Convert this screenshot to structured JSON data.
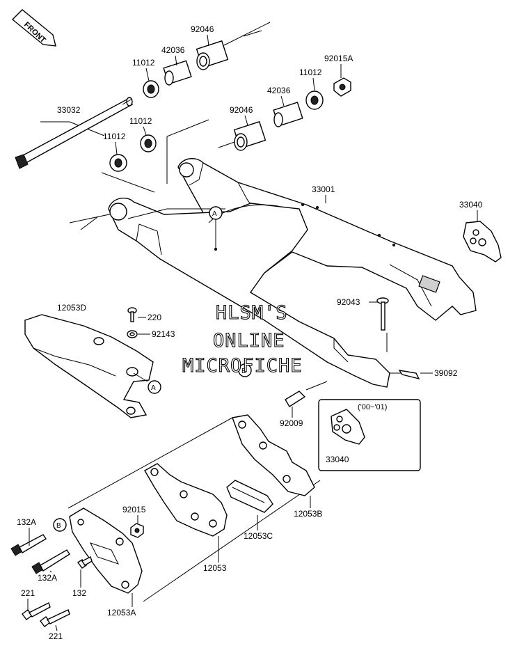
{
  "front_arrow": "FRONT",
  "watermark": [
    "HLSM'S",
    "ONLINE",
    "MICROFICHE"
  ],
  "callouts": {
    "A": "A",
    "B": "B"
  },
  "variant_note": "('00~'01)",
  "labels": {
    "p92046_top": "92046",
    "p42036_top": "42036",
    "p11012_a": "11012",
    "p92015A": "92015A",
    "p11012_b": "11012",
    "p42036_b": "42036",
    "p92046_b": "92046",
    "p33032": "33032",
    "p11012_c": "11012",
    "p11012_d": "11012",
    "p33001": "33001",
    "p33040_top": "33040",
    "p12053D": "12053D",
    "p220": "220",
    "p92143": "92143",
    "p92043": "92043",
    "p39092": "39092",
    "p92009": "92009",
    "p33040_b": "33040",
    "p12053B": "12053B",
    "p12053C": "12053C",
    "p92015": "92015",
    "p12053": "12053",
    "p132A_a": "132A",
    "p132A_b": "132A",
    "p132": "132",
    "p221_a": "221",
    "p221_b": "221",
    "p12053A": "12053A"
  }
}
